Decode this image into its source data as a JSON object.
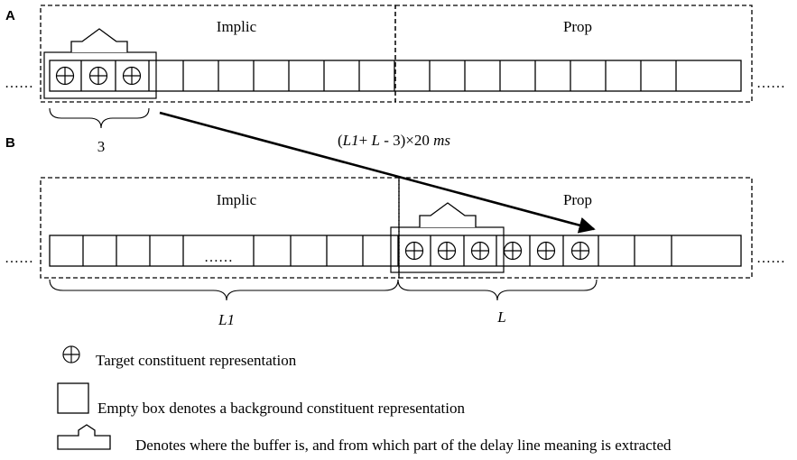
{
  "panel_a": {
    "label": "A",
    "region_left": "Implic",
    "region_right": "Prop",
    "ellipsis_left": "……",
    "ellipsis_right": "……",
    "buffer_size_label": "3"
  },
  "panel_b": {
    "label": "B",
    "region_left": "Implic",
    "region_right": "Prop",
    "ellipsis_left": "……",
    "ellipsis_right": "……",
    "inner_ellipsis": "……",
    "brace_l1_label": "L1",
    "brace_l_label": "L"
  },
  "delay_formula": {
    "open": "(",
    "l1": "L1",
    "plus": "+ ",
    "l": "L",
    "rest": "  - 3)×20 ",
    "unit": "ms"
  },
  "legend": {
    "target": "Target constituent representation",
    "empty": "Empty box denotes a background constituent representation",
    "buffer": "Denotes where the buffer is, and from which part of the delay line meaning is extracted"
  },
  "colors": {
    "ink": "#000000",
    "background": "#ffffff"
  }
}
